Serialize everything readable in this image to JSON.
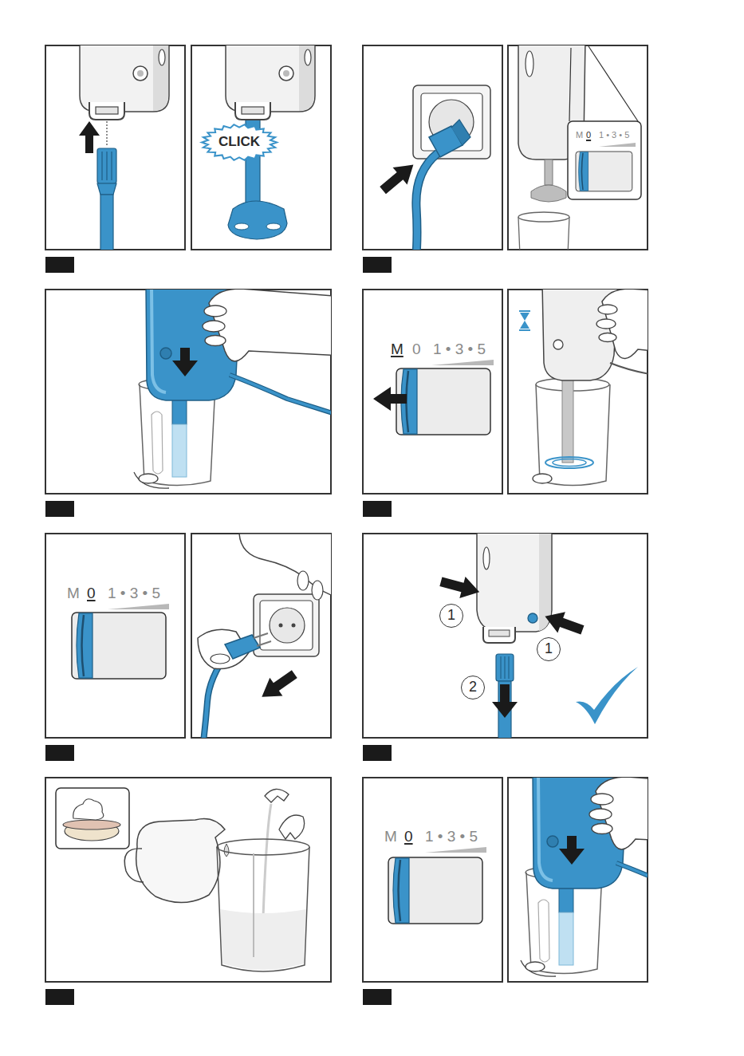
{
  "diagram": {
    "nodes": [
      {
        "text": [
          "CLICK"
        ]
      },
      {
        "text": [
          "1"
        ]
      },
      {
        "text": [
          "1"
        ]
      },
      {
        "text": [
          "2"
        ]
      }
    ],
    "labels": [
      "M",
      "0",
      "1 • 3 • 5",
      "M",
      "0",
      "1 • 3 • 5",
      "M",
      "0",
      "1 • 3 • 5",
      "M",
      "0",
      "1 • 3 • 5"
    ]
  }
}
